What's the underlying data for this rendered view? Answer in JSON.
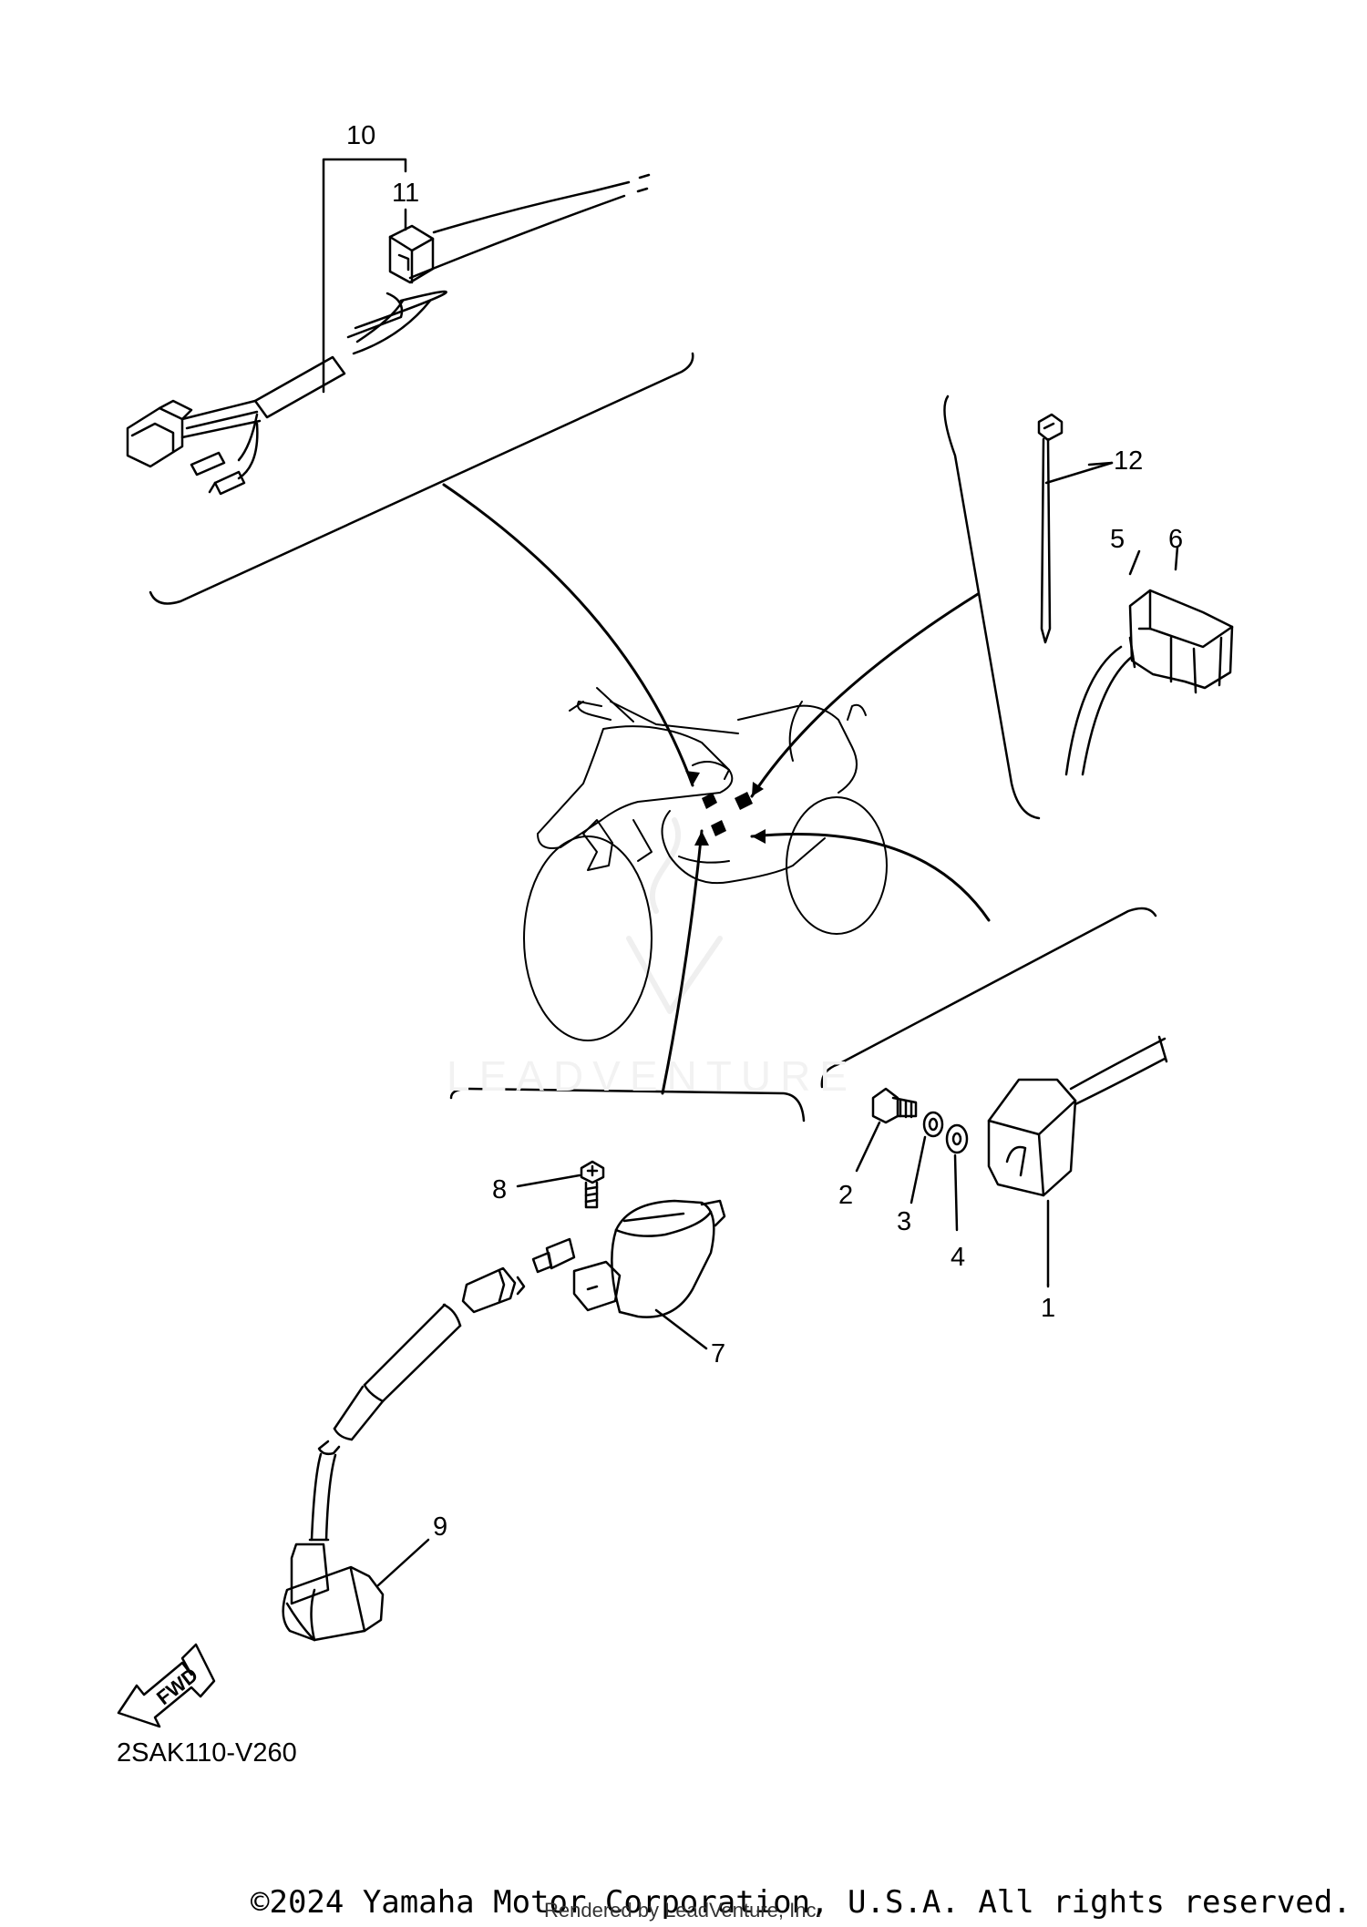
{
  "diagram": {
    "callouts": [
      "1",
      "2",
      "3",
      "4",
      "5",
      "6",
      "7",
      "8",
      "9",
      "10",
      "11",
      "12"
    ],
    "fwd_label": "FWD",
    "code": "2SAK110-V260",
    "watermark": "LEADVENTURE",
    "copyright": "©2024 Yamaha Motor Corporation, U.S.A. All rights reserved.",
    "rendered_by": "Rendered by LeadVenture, Inc."
  }
}
